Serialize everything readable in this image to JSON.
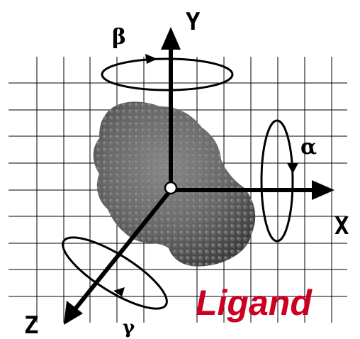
{
  "axes": {
    "x_label": "X",
    "y_label": "Y",
    "z_label": "Z"
  },
  "rotations": {
    "alpha_label": "α",
    "beta_label": "β",
    "gamma_label": "γ"
  },
  "caption": "Ligand",
  "colors": {
    "grid": "#000000",
    "axes": "#000000",
    "molecule": "#6b6b6b",
    "caption": "#cc0022"
  },
  "icons": {
    "molecule": "protein-surface-icon",
    "origin": "origin-point-icon"
  }
}
